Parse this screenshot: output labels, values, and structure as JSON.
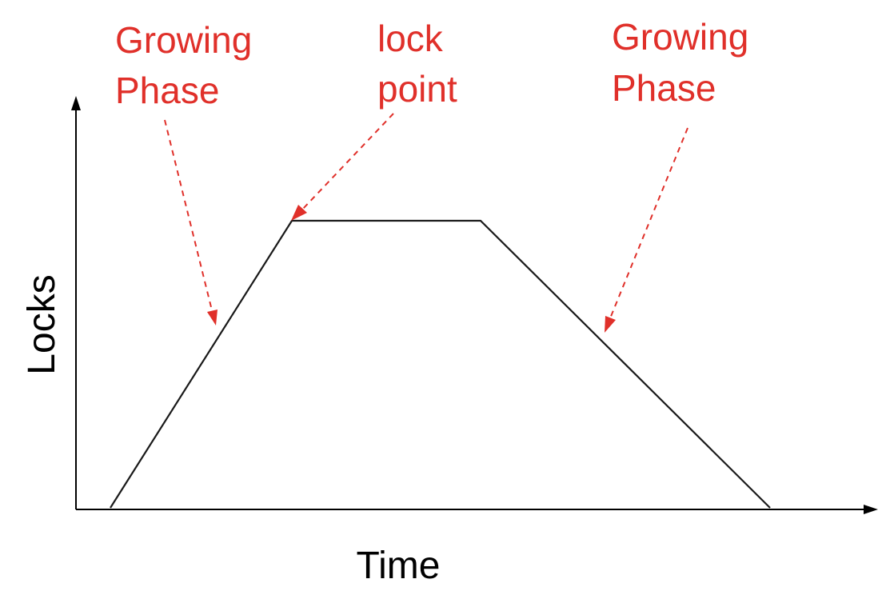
{
  "diagram": {
    "annotations": {
      "growing_left_line1": "Growing",
      "growing_left_line2": "Phase",
      "lock_point_line1": "lock",
      "lock_point_line2": "point",
      "growing_right_line1": "Growing",
      "growing_right_line2": "Phase"
    },
    "axes": {
      "x_label": "Time",
      "y_label": "Locks"
    },
    "colors": {
      "annotation": "#e0302a",
      "axis": "#000000",
      "curve": "#1a1a1a"
    }
  }
}
